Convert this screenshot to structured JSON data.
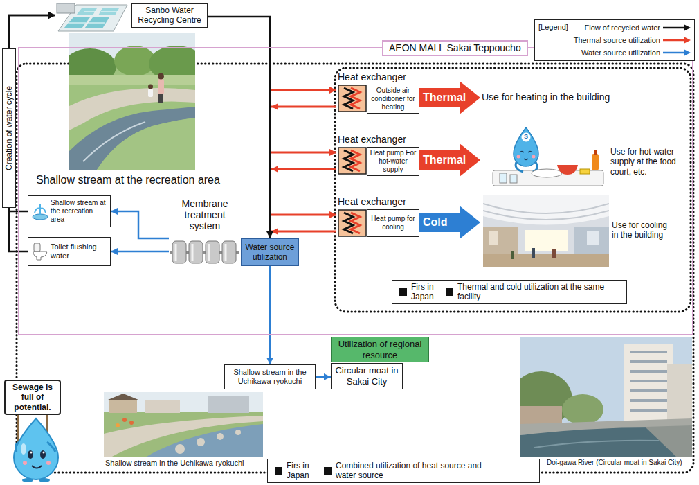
{
  "diagram": {
    "nodes": [
      {
        "text": [
          "Sanbo Water Recycling Centre"
        ]
      },
      {
        "text": [
          "AEON MALL Sakai Teppoucho"
        ]
      },
      {
        "text": [
          "Creation of water cycle"
        ]
      },
      {
        "text": [
          "Heat exchanger"
        ],
        "in": 1
      },
      {
        "text": [
          "Outside air conditioner for heating"
        ],
        "in": 1
      },
      {
        "text": [
          "Thermal"
        ],
        "in": 1
      },
      {
        "text": [
          "Heat exchanger"
        ],
        "in": 1
      },
      {
        "text": [
          "Heat pump For hot-water supply"
        ],
        "in": 1
      },
      {
        "text": [
          "Thermal"
        ],
        "in": 1
      },
      {
        "text": [
          "Heat exchanger"
        ],
        "in": 1
      },
      {
        "text": [
          "Heat pump for cooling"
        ],
        "in": 1
      },
      {
        "text": [
          "Cold"
        ],
        "in": 1
      },
      {
        "text": [
          "Shallow stream at the recreation area"
        ],
        "in": 1
      },
      {
        "text": [
          "Membrane treatment system"
        ],
        "in": 1
      },
      {
        "text": [
          "Water source utilization"
        ],
        "in": 1
      },
      {
        "text": [
          "Toilet flushing water"
        ],
        "in": 1
      },
      {
        "text": [
          "Firs in Japan",
          "Thermal and cold utilization at the same facility"
        ],
        "in": 1
      },
      {
        "text": [
          "Utilization of regional resource"
        ]
      },
      {
        "text": [
          "Sewage is full of potential."
        ]
      },
      {
        "text": [
          "Shallow stream in the Uchikawa-ryokuchi"
        ]
      },
      {
        "text": [
          "Circular moat in Sakai City"
        ]
      },
      {
        "text": [
          "Firs in Japan",
          "Combined utilization of heat source and water source"
        ]
      }
    ],
    "edges": [
      {
        "from": 12,
        "to": 0,
        "arrow": "to"
      },
      {
        "from": 15,
        "to": 0,
        "arrow": "to"
      },
      {
        "from": 0,
        "to": 14,
        "arrow": "to"
      },
      {
        "from": 13,
        "to": 12,
        "arrow": "to"
      },
      {
        "from": 13,
        "to": 15,
        "arrow": "to"
      },
      {
        "from": 14,
        "to": 19,
        "arrow": "to"
      },
      {
        "from": 19,
        "to": 20,
        "arrow": "to"
      }
    ],
    "labels": [
      "[Legend]",
      "Shallow stream at the recreation area",
      "Use for heating in the building",
      "S",
      "Use for hot-water supply at the food court, etc.",
      "Use for cooling in the building",
      "Shallow stream in the Uchikawa-ryokuchi",
      "Doi-gawa River (Circular moat in Sakai City)"
    ],
    "legend": [
      {
        "text": "Flow of recycled water"
      },
      {
        "text": "Thermal source utilization"
      },
      {
        "text": "Water source utilization"
      }
    ]
  }
}
